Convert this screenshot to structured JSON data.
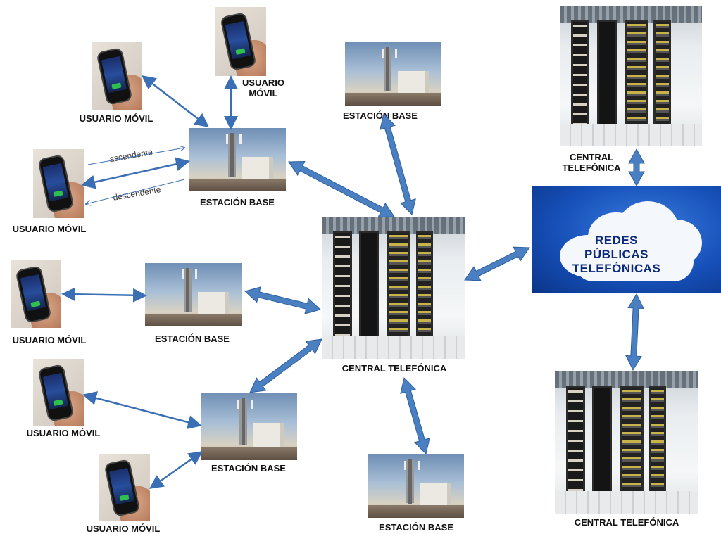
{
  "colors": {
    "thick_arrow": "#4a7fc1",
    "thick_arrow_edge": "#2f5f9e",
    "thin_arrow": "#3b6fb5"
  },
  "labels": {
    "usuario_movil": "USUARIO MÓVIL",
    "usuario": "USUARIO",
    "movil": "MÓVIL",
    "estacion_base": "ESTACIÓN BASE",
    "central_telefonica": "CENTRAL TELEFÓNICA",
    "central": "CENTRAL",
    "telefonica": "TELEFÓNICA",
    "ascendente": "ascendente",
    "descendente": "descendente"
  },
  "cloud": {
    "line1": "REDES",
    "line2": "PÚBLICAS",
    "line3": "TELEFÓNICAS"
  },
  "icons": {
    "phone": "mobile-phone-in-hand",
    "tower": "cell-tower-base-station",
    "server": "telephone-exchange-server-room",
    "cloud": "public-network-cloud"
  }
}
